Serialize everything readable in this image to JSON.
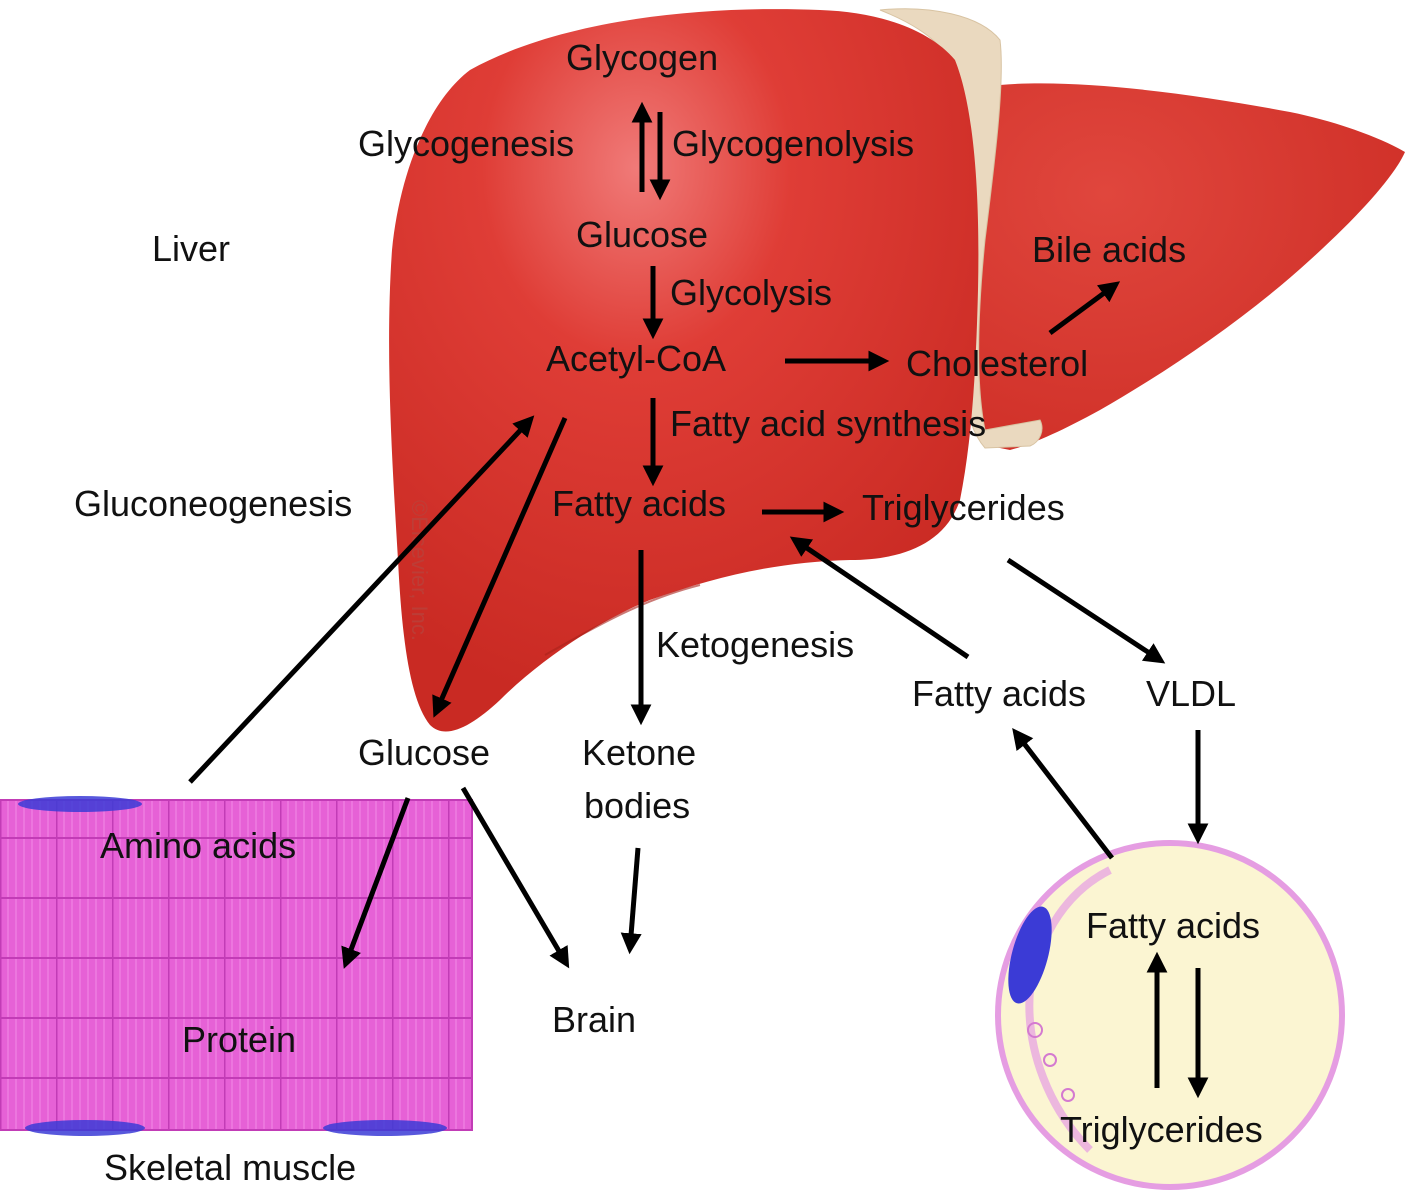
{
  "labels": {
    "liver": "Liver",
    "glycogen": "Glycogen",
    "glycogenesis": "Glycogenesis",
    "glycogenolysis": "Glycogenolysis",
    "glucose_liver": "Glucose",
    "glycolysis": "Glycolysis",
    "acetyl_coa": "Acetyl-CoA",
    "cholesterol": "Cholesterol",
    "bile_acids": "Bile acids",
    "fatty_acid_synthesis": "Fatty acid synthesis",
    "fatty_acids_liver": "Fatty acids",
    "triglycerides_liver": "Triglycerides",
    "gluconeogenesis": "Gluconeogenesis",
    "ketogenesis": "Ketogenesis",
    "fatty_acids_blood": "Fatty acids",
    "vldl": "VLDL",
    "glucose_blood": "Glucose",
    "ketone": "Ketone",
    "bodies": "bodies",
    "amino_acids": "Amino acids",
    "protein": "Protein",
    "brain": "Brain",
    "fatty_acids_adipose": "Fatty acids",
    "triglycerides_adipose": "Triglycerides",
    "skeletal_muscle": "Skeletal muscle",
    "watermark": "©Elsevier, Inc."
  },
  "colors": {
    "liver": "#d9312b",
    "liver_highlight": "#ef6a6a",
    "ligament": "#ead9bf",
    "muscle": "#e35fd4",
    "muscle_lines": "#b83cb0",
    "nucleus": "#3b3bd6",
    "adipocyte_fill": "#fbf5d2",
    "adipocyte_border": "#e59de2"
  }
}
